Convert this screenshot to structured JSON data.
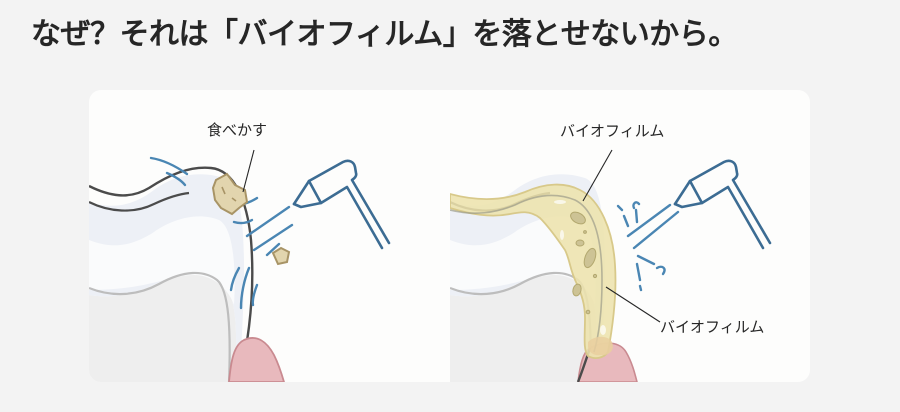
{
  "headline": "なぜ？それは「バイオフィルム」を落とせないから。",
  "panels": [
    {
      "id": "food-debris",
      "labels": {
        "debris": "食べかす"
      }
    },
    {
      "id": "biofilm",
      "labels": {
        "biofilm_top": "バイオフィルム",
        "biofilm_bottom": "バイオフィルム"
      }
    }
  ],
  "colors": {
    "background": "#f3f3f3",
    "card": "#fdfdfc",
    "text": "#262626",
    "water_blue": "#3f79a6",
    "tool_blue": "#3c6c93",
    "debris_fill": "#e2d5ae",
    "debris_stroke": "#a89466",
    "biofilm_fill": "#ede3ad",
    "biofilm_stroke": "#d8c98a",
    "gum_fill": "#e8b9bd",
    "gum_stroke": "#c98a90",
    "tooth_outline": "#4b4b4b",
    "enamel_fill": "#eceef4",
    "dentin_fill": "#efefef"
  }
}
